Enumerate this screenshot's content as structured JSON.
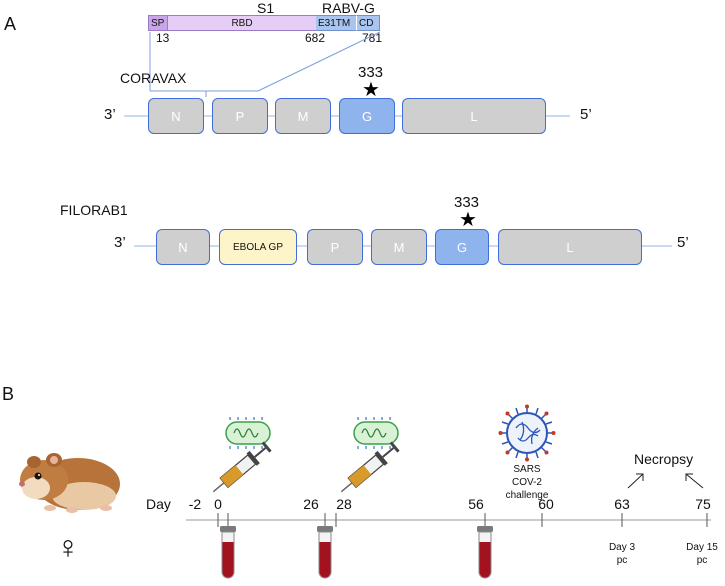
{
  "panel_a": {
    "letter": "A",
    "s1_label": "S1",
    "rabvg_label": "RABV-G",
    "segments": {
      "sp": "SP",
      "rbd": "RBD",
      "e31tm": "E31TM",
      "cd": "CD"
    },
    "positions": {
      "p13": "13",
      "p682": "682",
      "p781": "781"
    },
    "colors": {
      "spike": "#e2c9f3",
      "rabvg": "#a9c4ee",
      "sp": "#c9a5ea",
      "gene_gray": "#cfcfcf",
      "gene_g": "#8fb3ec",
      "ebola": "#fdf4c9",
      "outline": "#3f6fd6"
    },
    "coravax": {
      "name": "CORAVAX",
      "end3": "3’",
      "end5": "5’",
      "mutation": "333",
      "genes": [
        "N",
        "P",
        "M",
        "G",
        "L"
      ]
    },
    "filorab1": {
      "name": "FILORAB1",
      "end3": "3’",
      "end5": "5’",
      "mutation": "333",
      "genes": [
        "N",
        "EBOLA GP",
        "P",
        "M",
        "G",
        "L"
      ]
    }
  },
  "panel_b": {
    "letter": "B",
    "day_label": "Day",
    "days": [
      "-2",
      "0",
      "26",
      "28",
      "56",
      "60",
      "63",
      "75"
    ],
    "challenge_label_1": "SARS COV-2",
    "challenge_label_2": "challenge",
    "necropsy_label": "Necropsy",
    "day3_label_1": "Day 3",
    "day3_label_2": "pc",
    "day15_label_1": "Day 15",
    "day15_label_2": "pc",
    "female_symbol": "♀"
  }
}
